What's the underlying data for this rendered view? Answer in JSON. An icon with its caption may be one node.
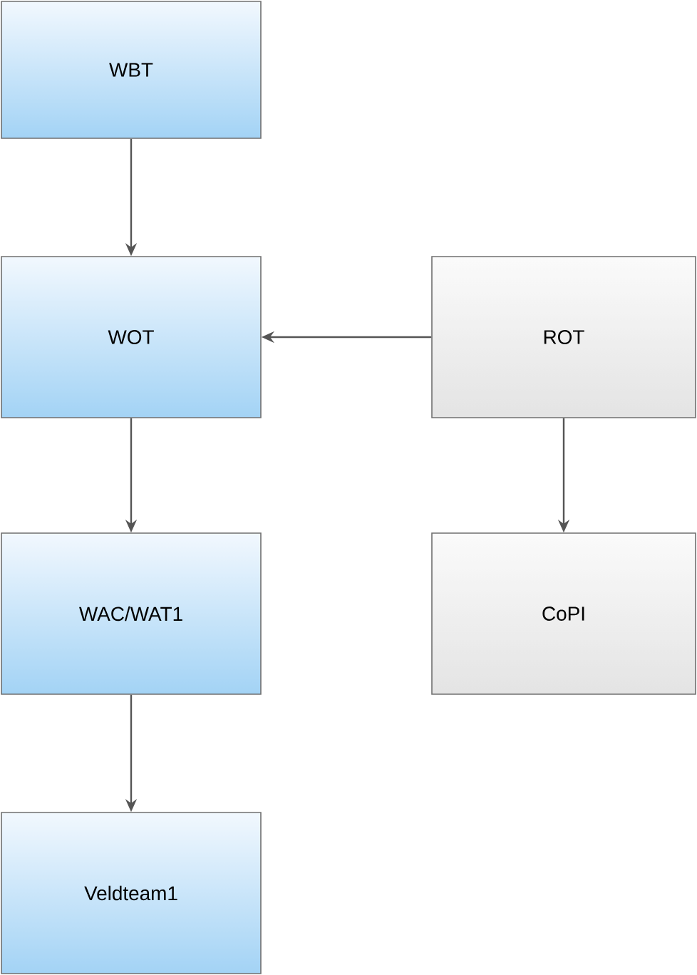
{
  "diagram": {
    "nodes": [
      {
        "text": [
          "WBT"
        ]
      },
      {
        "text": [
          "WOT"
        ]
      },
      {
        "text": [
          "ROT"
        ]
      },
      {
        "text": [
          "WAC/WAT1"
        ]
      },
      {
        "text": [
          "CoPI"
        ]
      },
      {
        "text": [
          "Veldteam1"
        ]
      }
    ],
    "edges": [
      {
        "from": 0,
        "to": 1,
        "arrow": "to"
      },
      {
        "from": 2,
        "to": 1,
        "arrow": "to"
      },
      {
        "from": 1,
        "to": 3,
        "arrow": "to"
      },
      {
        "from": 2,
        "to": 4,
        "arrow": "to"
      },
      {
        "from": 3,
        "to": 5,
        "arrow": "to"
      }
    ]
  }
}
